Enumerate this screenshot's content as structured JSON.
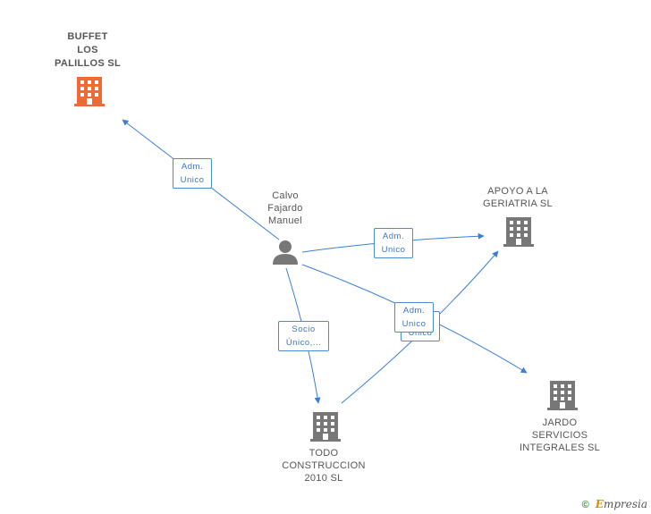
{
  "nodes": {
    "buffet": {
      "label": "BUFFET\nLOS\nPALILLOS SL",
      "color": "#f06a36"
    },
    "person": {
      "label": "Calvo\nFajardo\nManuel",
      "color": "#777777"
    },
    "apoyo": {
      "label": "APOYO A LA\nGERIATRIA SL",
      "color": "#777777"
    },
    "jardo": {
      "label": "JARDO\nSERVICIOS\nINTEGRALES SL",
      "color": "#777777"
    },
    "todo": {
      "label": "TODO\nCONSTRUCCION\n2010 SL",
      "color": "#777777"
    }
  },
  "edges": {
    "e1": "Adm.\nUnico",
    "e2": "Adm.\nUnico",
    "e3": "Socio\nÚnico,...",
    "e4_back": "Unico",
    "e4": "Adm.\nUnico"
  },
  "colors": {
    "edge": "#3a7fd5",
    "building": "#777777",
    "building_highlight": "#f06a36"
  },
  "footer": {
    "copyright": "©",
    "brand_first": "E",
    "brand_rest": "mpresia"
  }
}
